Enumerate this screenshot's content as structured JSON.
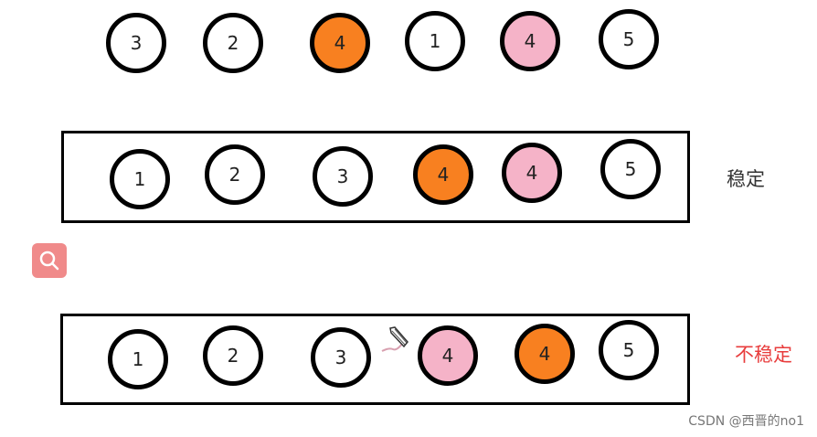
{
  "colors": {
    "white": "#ffffff",
    "orange": "#f88020",
    "pink": "#f5b3c8",
    "stable_label": "#333333",
    "unstable_label": "#e83c3c"
  },
  "rows": [
    {
      "label": "",
      "circles": [
        {
          "text": "3",
          "fill": "white"
        },
        {
          "text": "2",
          "fill": "white"
        },
        {
          "text": "4",
          "fill": "orange"
        },
        {
          "text": "1",
          "fill": "white"
        },
        {
          "text": "4",
          "fill": "pink"
        },
        {
          "text": "5",
          "fill": "white"
        }
      ]
    },
    {
      "label": "稳定",
      "circles": [
        {
          "text": "1",
          "fill": "white"
        },
        {
          "text": "2",
          "fill": "white"
        },
        {
          "text": "3",
          "fill": "white"
        },
        {
          "text": "4",
          "fill": "orange"
        },
        {
          "text": "4",
          "fill": "pink"
        },
        {
          "text": "5",
          "fill": "white"
        }
      ]
    },
    {
      "label": "不稳定",
      "circles": [
        {
          "text": "1",
          "fill": "white"
        },
        {
          "text": "2",
          "fill": "white"
        },
        {
          "text": "3",
          "fill": "white"
        },
        {
          "text": "4",
          "fill": "pink"
        },
        {
          "text": "4",
          "fill": "orange"
        },
        {
          "text": "5",
          "fill": "white"
        }
      ]
    }
  ],
  "icons": {
    "search": "search-icon",
    "cursor": "pencil-cursor-icon"
  },
  "watermark": "CSDN @西晋的no1"
}
